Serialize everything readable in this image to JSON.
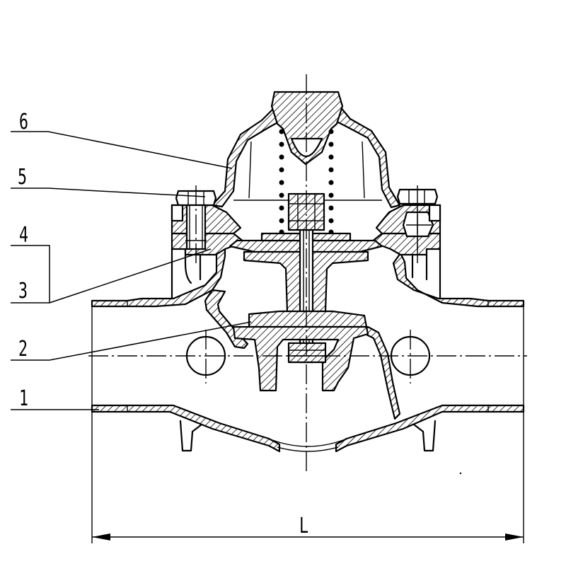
{
  "callouts": [
    {
      "id": "1",
      "text": "1"
    },
    {
      "id": "2",
      "text": "2"
    },
    {
      "id": "3",
      "text": "3"
    },
    {
      "id": "4",
      "text": "4"
    },
    {
      "id": "5",
      "text": "5"
    },
    {
      "id": "6",
      "text": "6"
    }
  ],
  "dimension": {
    "length_label": "L"
  }
}
